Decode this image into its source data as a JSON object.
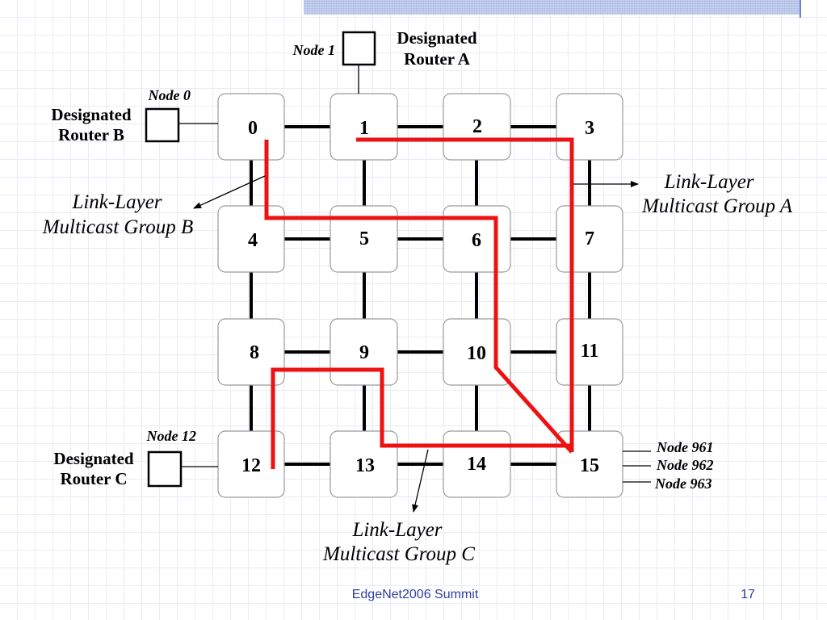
{
  "nodes": [
    "0",
    "1",
    "2",
    "3",
    "4",
    "5",
    "6",
    "7",
    "8",
    "9",
    "10",
    "11",
    "12",
    "13",
    "14",
    "15"
  ],
  "routers": {
    "a": {
      "node_label": "Node 1",
      "line1": "Designated",
      "line2": "Router A"
    },
    "b": {
      "node_label": "Node 0",
      "line1": "Designated",
      "line2": "Router B"
    },
    "c": {
      "node_label": "Node 12",
      "line1": "Designated",
      "line2": "Router C"
    }
  },
  "groups": {
    "a": {
      "line1": "Link-Layer",
      "line2": "Multicast Group A"
    },
    "b": {
      "line1": "Link-Layer",
      "line2": "Multicast Group B"
    },
    "c": {
      "line1": "Link-Layer",
      "line2": "Multicast Group C"
    }
  },
  "extra_nodes": [
    "Node 961",
    "Node 962",
    "Node 963"
  ],
  "colors": {
    "multicast_path": "#ee1111",
    "footer_text": "#2f3f9f"
  },
  "footer": {
    "title": "EdgeNet2006 Summit",
    "page_number": "17"
  }
}
